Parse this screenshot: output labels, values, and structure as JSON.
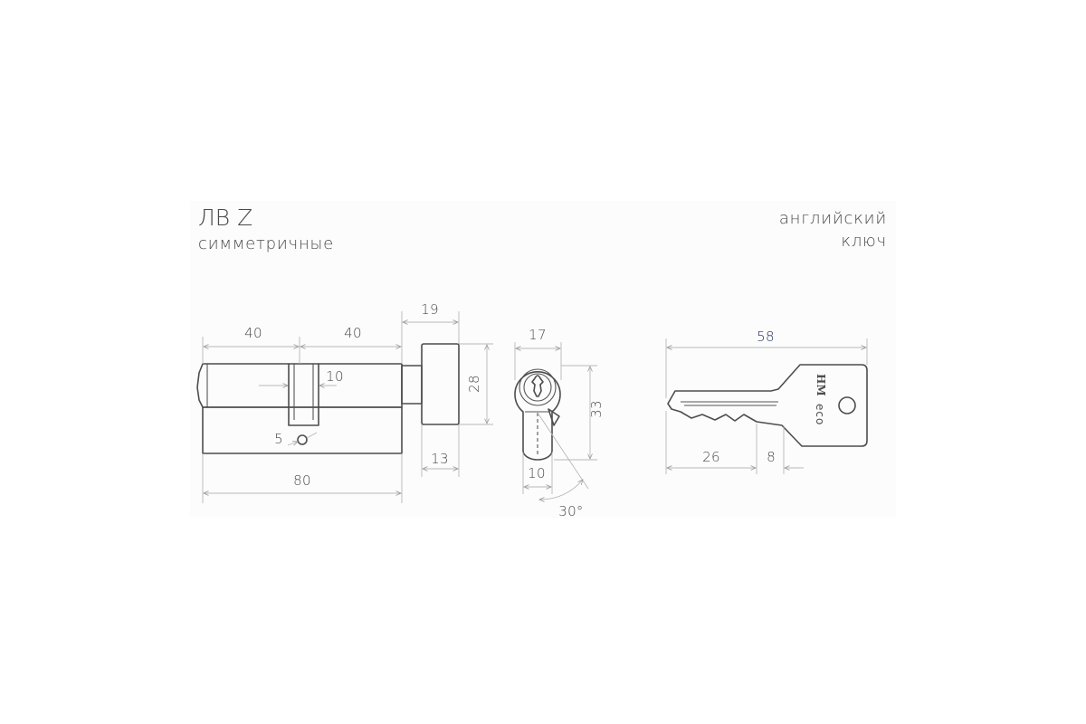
{
  "header": {
    "title": "ЛВ Z",
    "subtitle": "симметричные",
    "key_type_line1": "английский",
    "key_type_line2": "ключ"
  },
  "cylinder_dims": {
    "left_half": "40",
    "right_half": "40",
    "cam_width": "10",
    "screw_hole": "5",
    "total_length": "80",
    "knob_width": "19",
    "knob_height": "28",
    "knob_base": "13"
  },
  "profile_dims": {
    "width": "17",
    "height": "33",
    "bottom_width": "10",
    "cam_angle": "30°"
  },
  "key_dims": {
    "total_length": "58",
    "blade_length": "26",
    "shoulder": "8"
  },
  "key_brand": {
    "mark": "HM",
    "line": "eco"
  },
  "colors": {
    "line": "#4d4d4d",
    "dimension": "#b7b7b7",
    "text": "#4a4a4a",
    "key_length_text": "#1f2a5a"
  }
}
